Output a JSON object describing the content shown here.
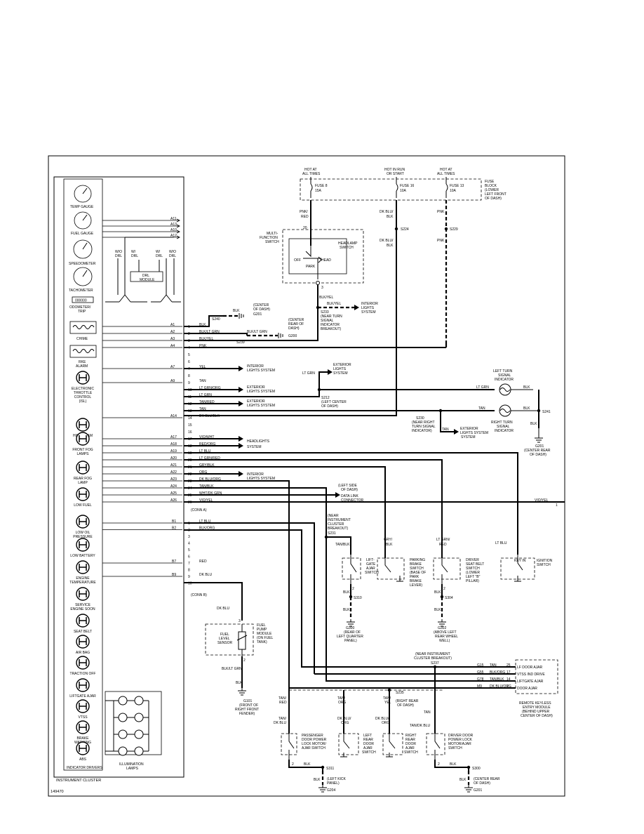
{
  "figure_number": "149470",
  "cluster": {
    "title": "INSTRUMENT CLUSTER",
    "indicator_drivers": "INDICATOR DRIVERS",
    "gauges": [
      {
        "label": "TEMP GAUGE"
      },
      {
        "label": "FUEL GAUGE"
      },
      {
        "label": "SPEEDOMETER"
      },
      {
        "label": "TACHOMETER"
      }
    ],
    "odometer_value": "000000",
    "odometer_label_1": "ODOMETER/",
    "odometer_label_2": "TRIP",
    "drl_labels": [
      "W/O",
      "DRL",
      "W/",
      "DRL",
      "W/",
      "DRL",
      "W/O",
      "DRL"
    ],
    "drl_module_1": "DRL",
    "drl_module_2": "MODULE",
    "chime": "CHIME",
    "rke_1": "RKE",
    "rke_2": "ALARM",
    "indicators": [
      {
        "l1": "ELECTRONIC",
        "l2": "THROTTLE",
        "l3": "CONTROL",
        "l4": "(ISL)"
      },
      {
        "l1": "HIGH BEAM",
        "l2": "",
        "l3": "",
        "l4": ""
      },
      {
        "l1": "FRONT FOG",
        "l2": "LAMPS",
        "l3": "",
        "l4": ""
      },
      {
        "l1": "REAR FOG",
        "l2": "LAMP",
        "l3": "",
        "l4": ""
      },
      {
        "l1": "LOW FUEL",
        "l2": "",
        "l3": "",
        "l4": ""
      },
      {
        "l1": "LOW OIL",
        "l2": "PRESSURE",
        "l3": "",
        "l4": ""
      },
      {
        "l1": "LOW BATTERY",
        "l2": "",
        "l3": "",
        "l4": ""
      },
      {
        "l1": "ENGINE",
        "l2": "TEMPERATURE",
        "l3": "",
        "l4": ""
      },
      {
        "l1": "SERVICE",
        "l2": "ENGINE SOON",
        "l3": "",
        "l4": ""
      },
      {
        "l1": "SEAT BELT",
        "l2": "",
        "l3": "",
        "l4": ""
      },
      {
        "l1": "AIR BAG",
        "l2": "",
        "l3": "",
        "l4": ""
      },
      {
        "l1": "TRACTION OFF",
        "l2": "",
        "l3": "",
        "l4": ""
      },
      {
        "l1": "LIFTGATE AJAR",
        "l2": "",
        "l3": "",
        "l4": ""
      },
      {
        "l1": "VTSS",
        "l2": "",
        "l3": "",
        "l4": ""
      },
      {
        "l1": "BRAKE",
        "l2": "WARNING",
        "l3": "",
        "l4": ""
      },
      {
        "l1": "ABS",
        "l2": "",
        "l3": "",
        "l4": ""
      }
    ],
    "illum_1": "ILLUMINATION",
    "illum_2": "LAMPS"
  },
  "connector_a": {
    "refs": [
      "A11",
      "A13",
      "A10",
      "A12"
    ],
    "label": "(CONN A)",
    "pins": [
      {
        "ref": "A1",
        "pin": "1",
        "wire": "BLK"
      },
      {
        "ref": "A2",
        "pin": "2",
        "wire": "BLK/LT GRN"
      },
      {
        "ref": "A3",
        "pin": "3",
        "wire": "BLK/YEL"
      },
      {
        "ref": "A4",
        "pin": "4",
        "wire": "PNK"
      },
      {
        "ref": "",
        "pin": "5",
        "wire": ""
      },
      {
        "ref": "",
        "pin": "6",
        "wire": ""
      },
      {
        "ref": "A7",
        "pin": "7",
        "wire": "YEL"
      },
      {
        "ref": "",
        "pin": "8",
        "wire": ""
      },
      {
        "ref": "A9",
        "pin": "9",
        "wire": "TAN"
      },
      {
        "ref": "",
        "pin": "10",
        "wire": "LT GRN/ORG"
      },
      {
        "ref": "",
        "pin": "11",
        "wire": "LT GRN"
      },
      {
        "ref": "",
        "pin": "12",
        "wire": "TAN/RED"
      },
      {
        "ref": "",
        "pin": "13",
        "wire": "TAN"
      },
      {
        "ref": "A14",
        "pin": "14",
        "wire": "DK BLU/BLK"
      },
      {
        "ref": "",
        "pin": "15",
        "wire": ""
      },
      {
        "ref": "",
        "pin": "16",
        "wire": ""
      },
      {
        "ref": "A17",
        "pin": "17",
        "wire": "VIO/WHT"
      },
      {
        "ref": "A18",
        "pin": "18",
        "wire": "RED/ORG"
      },
      {
        "ref": "A19",
        "pin": "19",
        "wire": "LT BLU"
      },
      {
        "ref": "A20",
        "pin": "20",
        "wire": "LT GRN/RED"
      },
      {
        "ref": "A21",
        "pin": "21",
        "wire": "GRY/BLK"
      },
      {
        "ref": "A22",
        "pin": "22",
        "wire": "ORG"
      },
      {
        "ref": "A23",
        "pin": "23",
        "wire": "DK BLU/ORG"
      },
      {
        "ref": "A24",
        "pin": "24",
        "wire": "TAN/BLK"
      },
      {
        "ref": "A25",
        "pin": "25",
        "wire": "WHT/DK GRN"
      },
      {
        "ref": "A26",
        "pin": "26",
        "wire": "VIO/YEL"
      }
    ]
  },
  "connector_b": {
    "label": "(CONN B)",
    "pins": [
      {
        "ref": "B1",
        "pin": "1",
        "wire": "LT BLU"
      },
      {
        "ref": "B2",
        "pin": "2",
        "wire": "BLK/ORG"
      },
      {
        "ref": "",
        "pin": "3",
        "wire": ""
      },
      {
        "ref": "",
        "pin": "4",
        "wire": ""
      },
      {
        "ref": "",
        "pin": "5",
        "wire": ""
      },
      {
        "ref": "",
        "pin": "6",
        "wire": ""
      },
      {
        "ref": "B7",
        "pin": "7",
        "wire": "RED"
      },
      {
        "ref": "",
        "pin": "8",
        "wire": ""
      },
      {
        "ref": "B9",
        "pin": "9",
        "wire": "DK BLU"
      },
      {
        "ref": "",
        "pin": "10",
        "wire": ""
      }
    ]
  },
  "fuse_block": {
    "l1": "FUSE",
    "l2": "BLOCK",
    "l3": "(LOWER",
    "l4": "LEFT FRONT",
    "l5": "OF DASH)",
    "fuses": [
      {
        "power1": "HOT AT",
        "power2": "ALL TIMES",
        "name": "FUSE 8",
        "amp": "15A"
      },
      {
        "power1": "HOT IN RUN",
        "power2": "OR START",
        "name": "FUSE 16",
        "amp": "10A"
      },
      {
        "power1": "HOT AT",
        "power2": "ALL TIMES",
        "name": "FUSE 13",
        "amp": "10A"
      }
    ]
  },
  "labels": {
    "pnk_red_1": "PNK/",
    "pnk_red_2": "RED",
    "dkblu_blk_1": "DK BLU/",
    "dkblu_blk_2": "BLK",
    "dkblu_blk_3": "DK BLU/",
    "dkblu_blk_4": "BLK",
    "pnk_1": "PNK",
    "pnk_2": "PNK",
    "s224": "S224",
    "s229": "S229",
    "mfs_1": "MULTI-",
    "mfs_2": "FUNCTION",
    "mfs_3": "SWITCH",
    "hl_1": "HEADLAMP",
    "hl_2": "SWITCH",
    "off": "OFF",
    "park": "PARK",
    "head": "HEAD",
    "pin20": "20",
    "pin3": "3",
    "blk_yel": "BLK/YEL",
    "interior_1": "INTERIOR",
    "interior_2": "LIGHTS",
    "interior_3": "SYSTEM",
    "s233_1": "S233",
    "s233_2": "(NEAR TURN",
    "s233_3": "SIGNAL",
    "s233_4": "INDICATOR",
    "s233_5": "BREAKOUT)",
    "s240": "S240",
    "blk": "BLK",
    "g201_1": "(CENTER",
    "g201_2": "OF DASH)",
    "g201_3": "G201",
    "s239": "S239",
    "blk_ltgrn": "BLK/LT GRN",
    "g200_1": "(CENTER",
    "g200_2": "REAR OF",
    "g200_3": "DASH)",
    "g200_4": "G200",
    "lt_grn": "LT GRN",
    "ext_1": "EXTERIOR",
    "ext_2": "LIGHTS",
    "ext_3": "SYSTEM",
    "s212_1": "S212",
    "s212_2": "(LEFT CENTER",
    "s212_3": "OF DASH)",
    "s230_1": "S230",
    "s230_2": "(NEAR RIGHT",
    "s230_3": "TURN SIGNAL",
    "s230_4": "INDICATOR)",
    "tan": "TAN",
    "int_sys_1": "INTERIOR",
    "int_sys_2": "LIGHTS SYSTEM",
    "ext_sys_1": "EXTERIOR",
    "ext_sys_2": "LIGHTS SYSTEM",
    "hl_sys_1": "HEADLIGHTS",
    "hl_sys_2": "SYSTEM",
    "ext_sys_3": "EXTERIOR",
    "ext_sys_4": "LIGHTS SYSTEM",
    "int_sys_3": "INTERIOR",
    "int_sys_4": "LIGHTS SYSTEM",
    "ext_sys_5": "EXTERIOR",
    "ext_sys_6": "LIGHTS SYSTEM",
    "int_sys_5": "INTERIOR",
    "int_sys_6": "LIGHTS",
    "int_sys_7": "SYSTEM",
    "ext_lights_1": "EXTERIOR",
    "ext_lights_2": "LIGHTS",
    "ext_lights_3": "SYSTEM",
    "ext_lights_4": "EXTERIOR",
    "ext_lights_5": "LIGHTS",
    "ext_lights_6": "SYSTEM",
    "ltsi_1": "LEFT TURN",
    "ltsi_2": "SIGNAL",
    "ltsi_3": "INDICATOR",
    "rtsi_1": "RIGHT TURN",
    "rtsi_2": "SIGNAL",
    "rtsi_3": "INDICATOR",
    "s241": "S241",
    "g201b_1": "G201",
    "g201b_2": "(CENTER REAR",
    "g201b_3": "OF DASH)",
    "dlc_1": "(LEFT SIDE",
    "dlc_2": "OF DASH)",
    "dlc_3": "DATA LINK",
    "dlc_4": "CONNECTOR",
    "vio_yel": "VIO/YEL",
    "one": "1",
    "s231_1": "(NEAR",
    "s231_2": "INSTRUMENT",
    "s231_3": "CLUSTER",
    "s231_4": "BREAKOUT)",
    "s231_5": "S231",
    "tan_blk": "TAN/BLK",
    "gry_blk_1": "GRY/",
    "gry_blk_2": "BLK",
    "ltgrn_red_1": "LT GRN/",
    "ltgrn_red_2": "RED",
    "lt_blu": "LT BLU",
    "lgas_1": "LIFT-",
    "lgas_2": "GATE",
    "lgas_3": "AJAR",
    "lgas_4": "SWITCH",
    "pbs_1": "PARKING",
    "pbs_2": "BRAKE",
    "pbs_3": "SWITCH",
    "pbs_4": "(BASE OF",
    "pbs_5": "PARK",
    "pbs_6": "BRAKE",
    "pbs_7": "LEVER)",
    "dsb_1": "DRIVER",
    "dsb_2": "SEAT BELT",
    "dsb_3": "SWITCH",
    "dsb_4": "(LOWER",
    "dsb_5": "LEFT \"B\"",
    "dsb_6": "PILLAR)",
    "kis_1": "KEY IN",
    "kis_2": "IGNITION",
    "kis_3": "SWITCH",
    "s310": "S310",
    "s304": "S304",
    "g300_1": "G300",
    "g300_2": "(REAR OF",
    "g300_3": "LEFT QUARTER",
    "g300_4": "PANEL)",
    "g302_1": "G302",
    "g302_2": "(ABOVE LEFT",
    "g302_3": "REAR WHEEL",
    "g302_4": "WELL)",
    "dk_blu": "DK BLU",
    "fpm_1": "FUEL",
    "fpm_2": "PUMP",
    "fpm_3": "MODULE",
    "fpm_4": "(ON FUEL",
    "fpm_5": "TANK)",
    "fls_1": "FUEL",
    "fls_2": "LEVEL",
    "fls_3": "SENSOR",
    "blk_ltgrn2": "BLK/LT GRN",
    "g101_1": "G101",
    "g101_2": "(FRONT OF",
    "g101_3": "RIGHT FRONT",
    "g101_4": "FENDER)",
    "s237_1": "(NEAR INSTRUMENT",
    "s237_2": "CLUSTER BREAKOUT)",
    "s237_3": "S237",
    "rke_mod_1": "REMOTE KEYLESS",
    "rke_mod_2": "ENTRY MODULE",
    "rke_mod_3": "(BEHIND UPPER",
    "rke_mod_4": "CENTER OF DASH)",
    "rke_pins": [
      {
        "c": "G15",
        "w": "TAN",
        "p": "25",
        "n": "LF DOOR AJAR"
      },
      {
        "c": "G55",
        "w": "BLK/ORG",
        "p": "17",
        "n": "VTSS IND DRIVE"
      },
      {
        "c": "G78",
        "w": "TAN/BLK",
        "p": "14",
        "n": "LIFTGATE AJAR"
      },
      {
        "c": "M9",
        "w": "DK BLU/ORG",
        "p": "7",
        "n": "DOOR AJAR"
      }
    ],
    "tan_red_1": "TAN/",
    "tan_red_2": "RED",
    "tan_org_1": "TAN/",
    "tan_org_2": "ORG",
    "tan_yel_1": "TAN/",
    "tan_yel_2": "YEL",
    "s235_1": "S235",
    "s235_2": "(RIGHT REAR",
    "s235_3": "OF DASH)",
    "tan_dkblu_1": "TAN/",
    "tan_dkblu_2": "DK BLU",
    "dkblu_org_1": "DK BLU/",
    "dkblu_org_2": "ORG",
    "dkblu_org_3": "DK BLU/",
    "dkblu_org_4": "ORG",
    "tan_dkblu_3": "TAN/DK BLU",
    "pdl_1": "PASSENGER",
    "pdl_2": "DOOR POWER",
    "pdl_3": "LOCK MOTOR/",
    "pdl_4": "AJAR SWITCH",
    "lrd_1": "LEFT",
    "lrd_2": "REAR",
    "lrd_3": "DOOR",
    "lrd_4": "AJAR",
    "lrd_5": "SWITCH",
    "rrd_1": "RIGHT",
    "rrd_2": "REAR",
    "rrd_3": "DOOR",
    "rrd_4": "AJAR",
    "rrd_5": "SWITCH",
    "ddl_1": "DRIVER DOOR",
    "ddl_2": "POWER LOCK",
    "ddl_3": "MOTOR/AJAR",
    "ddl_4": "SWITCH",
    "s311": "S311",
    "s300": "S300",
    "g204_1": "(LEFT KICK",
    "g204_2": "PANEL)",
    "g204_3": "G204",
    "g201c_1": "(CENTER REAR",
    "g201c_2": "OF DASH)",
    "g201c_3": "G201",
    "pin2": "2"
  }
}
